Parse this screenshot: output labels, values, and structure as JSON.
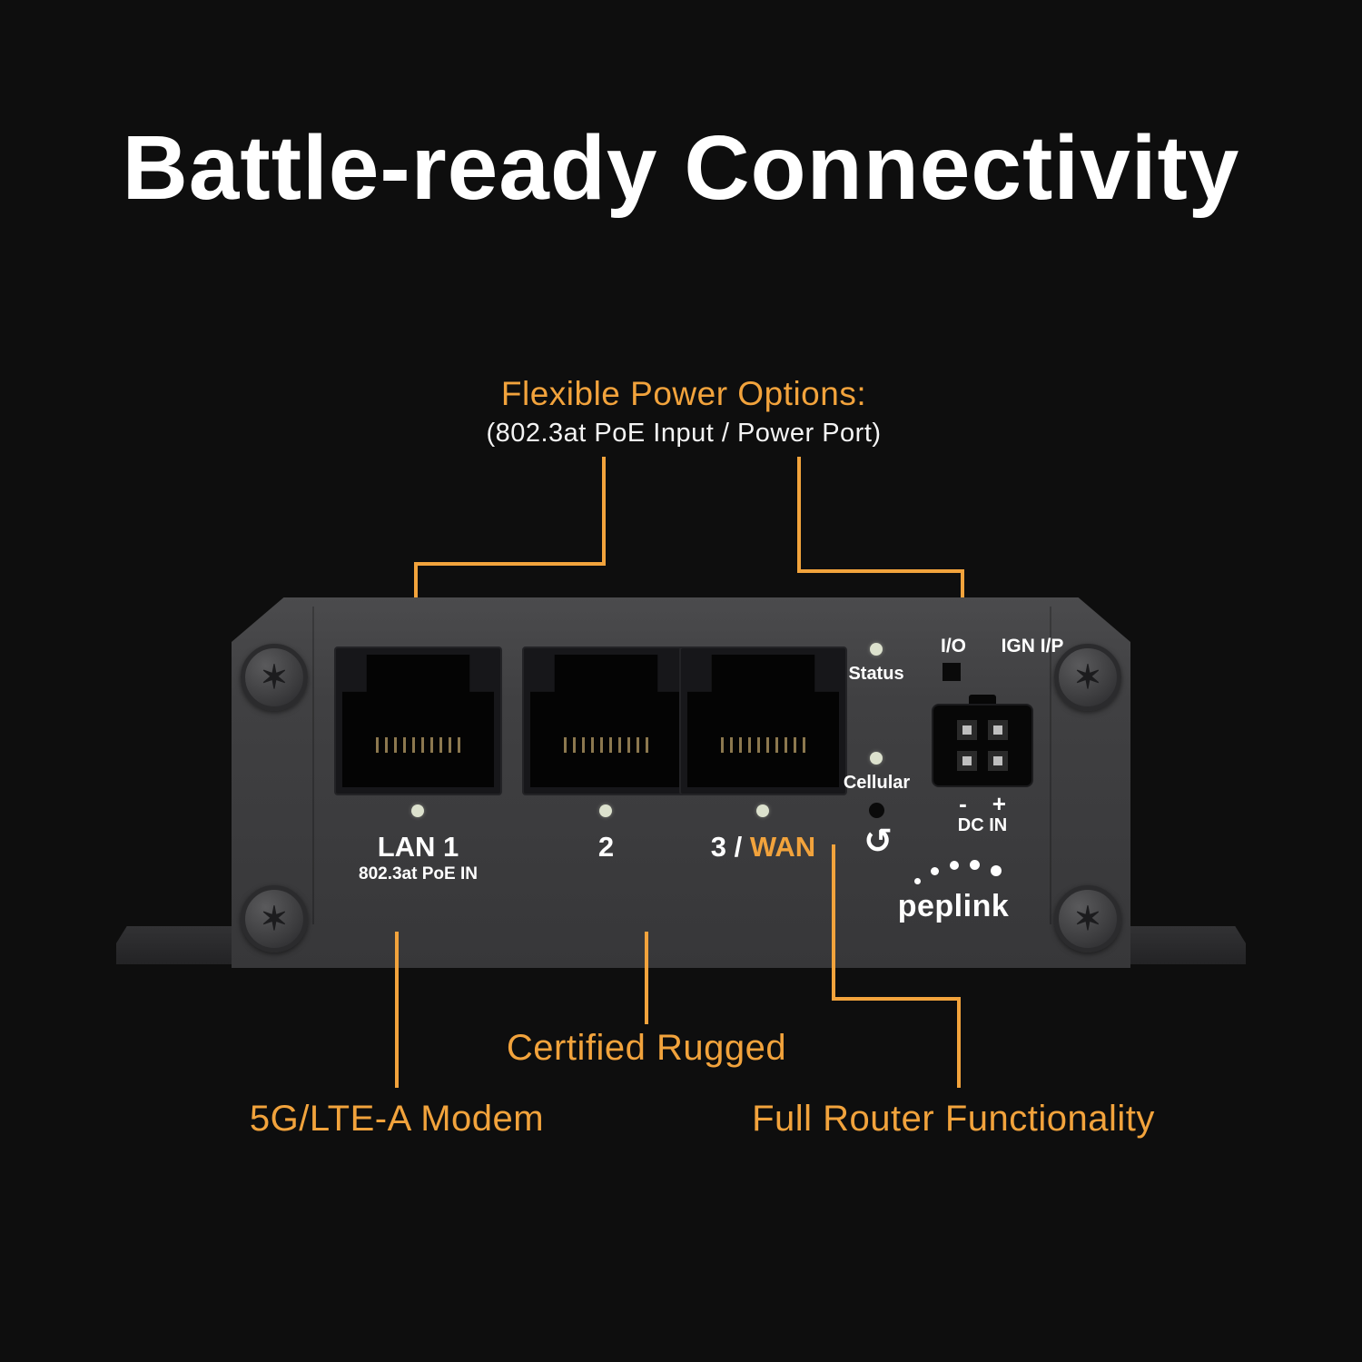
{
  "title": "Battle-ready Connectivity",
  "power_callout": {
    "heading": "Flexible Power Options:",
    "subheading": "(802.3at PoE Input / Power Port)"
  },
  "bottom_callouts": {
    "modem": "5G/LTE-A Modem",
    "rugged": "Certified Rugged",
    "router": "Full Router Functionality"
  },
  "device": {
    "port1_label": "LAN 1",
    "port1_sublabel": "802.3at PoE IN",
    "port2_label": "2",
    "port3_label_prefix": "3 / ",
    "port3_label_accent": "WAN",
    "status_led_label": "Status",
    "cellular_led_label": "Cellular",
    "io_label": "I/O",
    "ign_label": "IGN I/P",
    "dc_minus": "-",
    "dc_plus": "+",
    "dc_in_label": "DC IN",
    "brand": "peplink",
    "reset_icon_glyph": "↺",
    "screw_icon_glyph": "✶"
  },
  "colors": {
    "accent": "#F2A33C",
    "background": "#0E0E0E",
    "device_body": "#3C3C3E",
    "title_text": "#FFFFFF",
    "led": "#DCE1CD"
  }
}
